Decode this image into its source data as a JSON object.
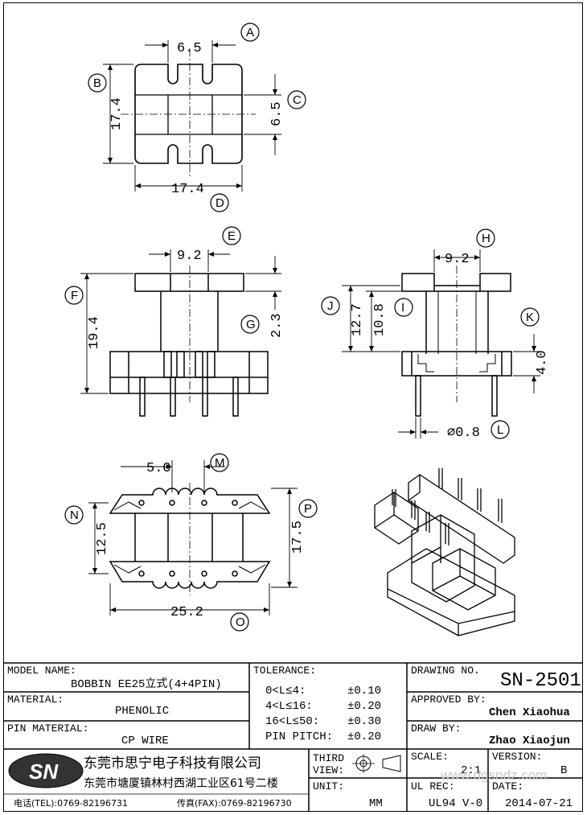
{
  "dimensions": {
    "a": "6.5",
    "b": "17.4",
    "c": "6.5",
    "d": "17.4",
    "e": "9.2",
    "f": "19.4",
    "g": "2.3",
    "h": "9.2",
    "j": "12.7",
    "i": "10.8",
    "k": "4.0",
    "l": "⌀0.8",
    "m": "5.0",
    "n": "12.5",
    "p": "17.5",
    "o": "25.2"
  },
  "callouts": [
    "A",
    "B",
    "C",
    "D",
    "E",
    "F",
    "G",
    "H",
    "I",
    "J",
    "K",
    "L",
    "M",
    "N",
    "O",
    "P"
  ],
  "title_block": {
    "model_name_label": "MODEL NAME:",
    "model_name_value": "BOBBIN EE25立式(4+4PIN)",
    "material_label": "MATERIAL:",
    "material_value": "PHENOLIC",
    "pin_material_label": "PIN MATERIAL:",
    "pin_material_value": "CP WIRE",
    "tolerance_label": "TOLERANCE:",
    "tolerances": [
      {
        "range": "0<L≤4:",
        "value": "±0.10"
      },
      {
        "range": "4<L≤16:",
        "value": "±0.20"
      },
      {
        "range": "16<L≤50:",
        "value": "±0.30"
      },
      {
        "range": "PIN PITCH:",
        "value": "±0.20"
      }
    ],
    "drawing_no_label": "DRAWING NO.",
    "drawing_no_value": "SN-2501",
    "approved_by_label": "APPROVED BY:",
    "approved_by_value": "Chen Xiaohua",
    "draw_by_label": "DRAW BY:",
    "draw_by_value": "Zhao Xiaojun",
    "third_view_label_1": "THIRD",
    "third_view_label_2": "VIEW:",
    "unit_label": "UNIT:",
    "unit_value": "MM",
    "scale_label": "SCALE:",
    "scale_value": "2:1",
    "version_label": "VERSION:",
    "version_value": "B",
    "ul_rec_label": "UL REC:",
    "ul_rec_value": "UL94 V-0",
    "date_label": "DATE:",
    "date_value": "2014-07-21"
  },
  "company": {
    "logo": "SN",
    "name": "东莞市思宁电子科技有限公司",
    "address": "东莞市塘厦镇林村西湖工业区61号二楼",
    "tel": "电话(TEL):0769-82196731",
    "fax": "传真(FAX):0769-82196730"
  },
  "watermark": "www.dgsndz.com"
}
